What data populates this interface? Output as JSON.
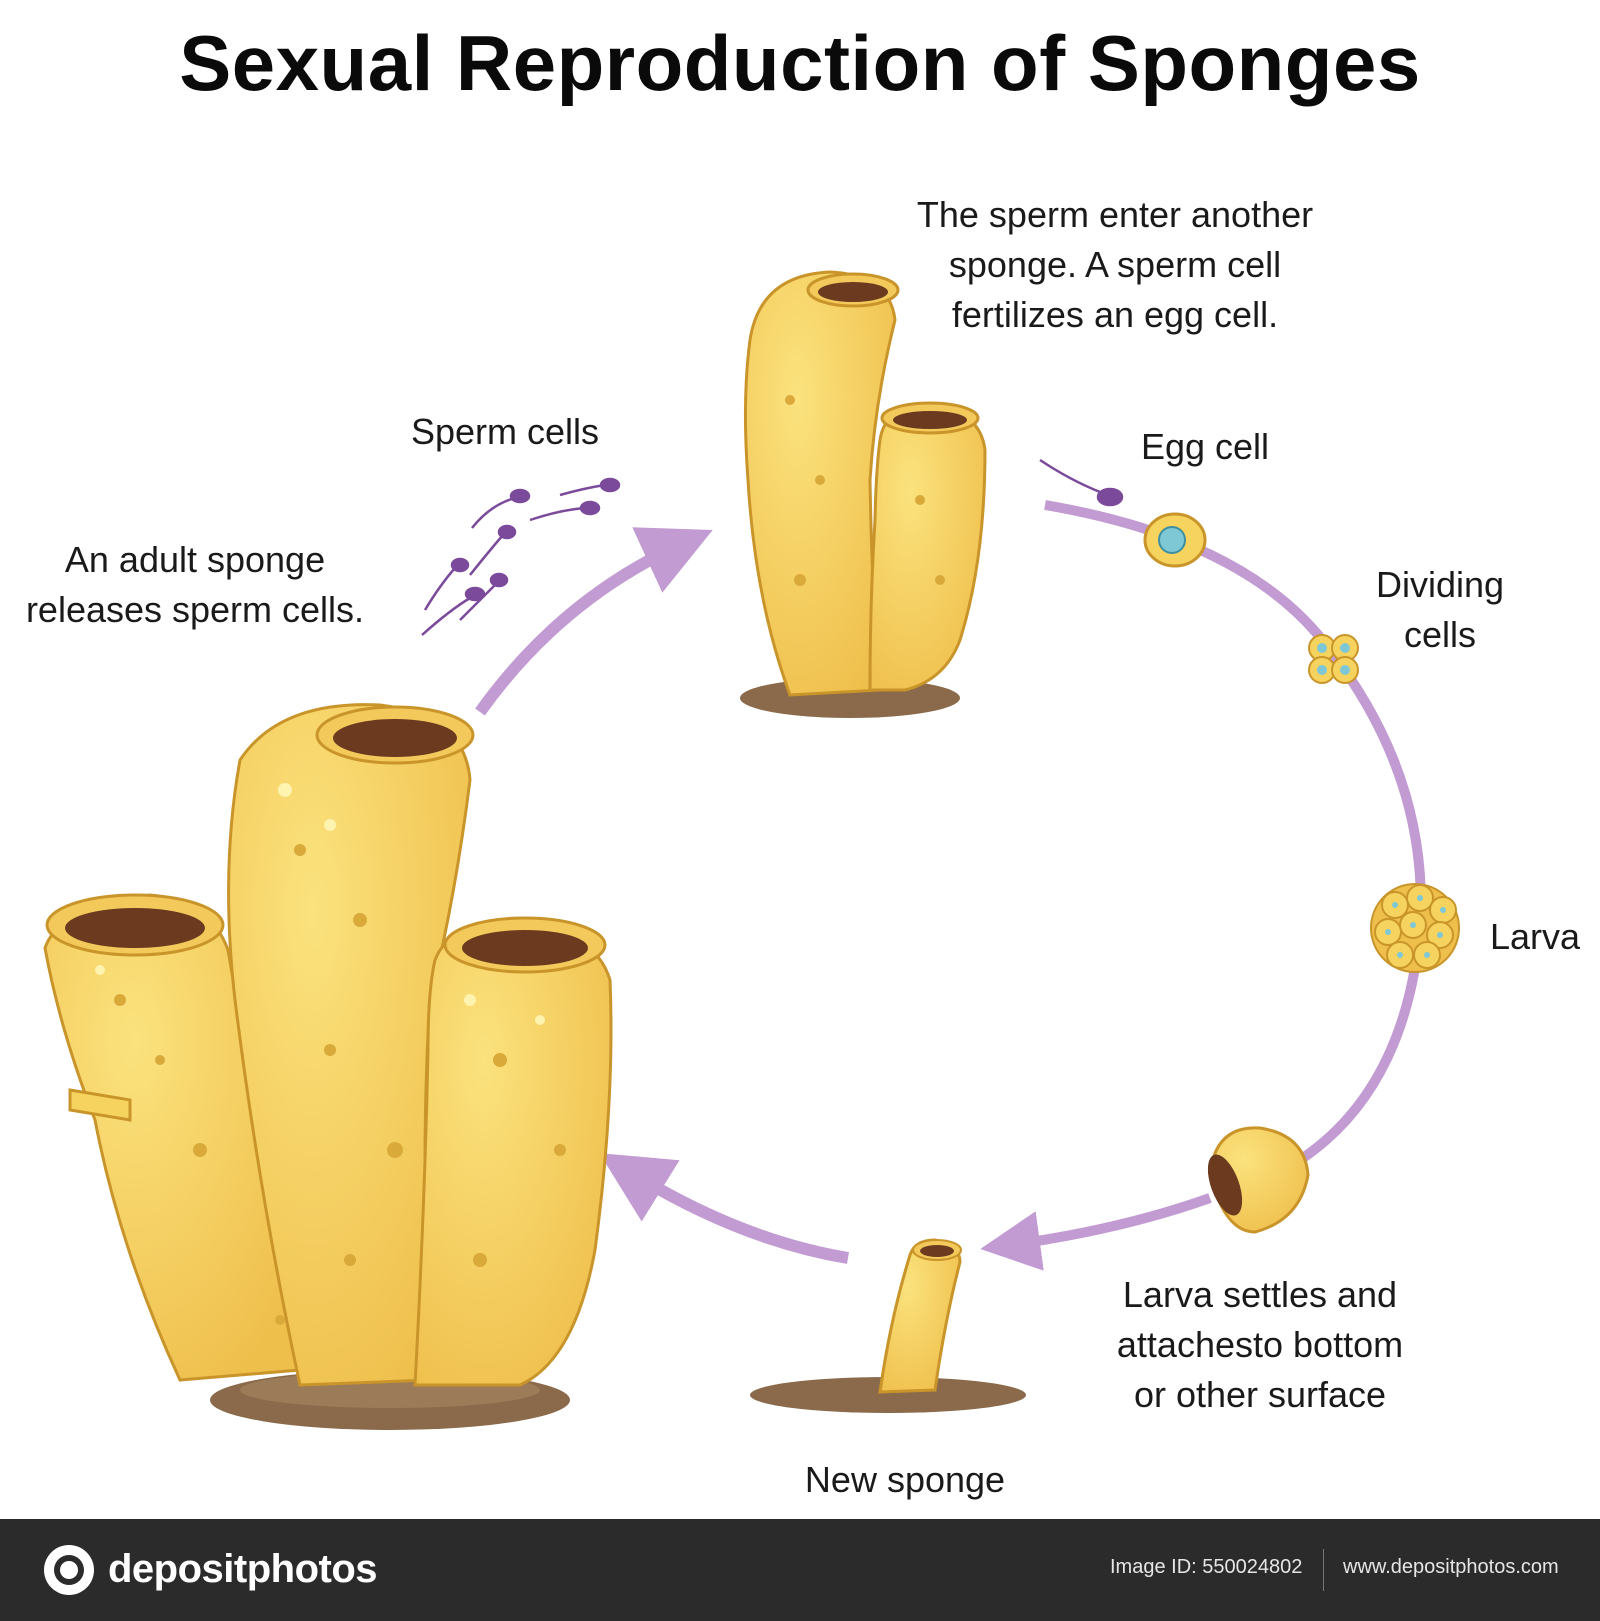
{
  "title": "Sexual Reproduction of Sponges",
  "labels": {
    "adult_sponge": "An adult sponge\nreleases sperm cells.",
    "sperm_cells": "Sperm cells",
    "fertilization": "The sperm enter another\nsponge. A sperm cell\nfertilizes an egg cell.",
    "egg_cell": "Egg cell",
    "dividing_cells": "Dividing\ncells",
    "larva": "Larva",
    "larva_settles": "Larva settles and\nattachesto bottom\nor other surface",
    "new_sponge": "New sponge"
  },
  "colors": {
    "sponge_fill": "#f5d35e",
    "sponge_outline": "#c9952a",
    "sponge_dark": "#d9a93a",
    "opening": "#6b3a1f",
    "ground": "#8a6a4a",
    "cycle_arrow": "#c39bd3",
    "sperm": "#7b4a9a",
    "cell_nucleus": "#7ec8d6"
  },
  "footer": {
    "brand": "depositphotos",
    "image_id": "Image ID: 550024802",
    "site": "www.depositphotos.com"
  }
}
